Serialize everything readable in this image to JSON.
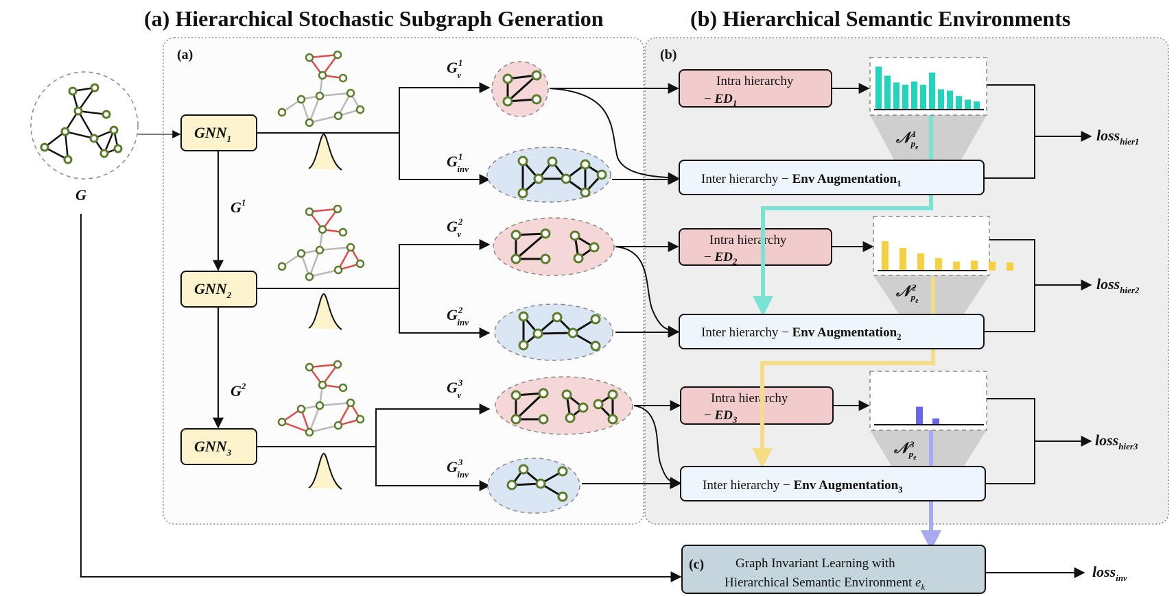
{
  "titles": {
    "a": "(a) Hierarchical Stochastic Subgraph Generation",
    "b": "(b) Hierarchical Semantic Environments"
  },
  "panel_tags": {
    "a": "(a)",
    "b": "(b)",
    "c": "(c)"
  },
  "input_graph_label": "G",
  "gnn": [
    {
      "main": "GNN",
      "sub": "1"
    },
    {
      "main": "GNN",
      "sub": "2"
    },
    {
      "main": "GNN",
      "sub": "3"
    }
  ],
  "graph_edges": [
    {
      "main": "G",
      "sup": "1"
    },
    {
      "main": "G",
      "sup": "2"
    }
  ],
  "subgraphs_v": [
    {
      "main": "G",
      "sup": "1",
      "sub": "v"
    },
    {
      "main": "G",
      "sup": "2",
      "sub": "v"
    },
    {
      "main": "G",
      "sup": "3",
      "sub": "v"
    }
  ],
  "subgraphs_inv": [
    {
      "main": "G",
      "sup": "1",
      "sub": "inv"
    },
    {
      "main": "G",
      "sup": "2",
      "sub": "inv"
    },
    {
      "main": "G",
      "sup": "3",
      "sub": "inv"
    }
  ],
  "intra": [
    {
      "line1": "Intra hierarchy",
      "line2_prefix": "− ",
      "ed": "ED",
      "sub": "1"
    },
    {
      "line1": "Intra hierarchy",
      "line2_prefix": "− ",
      "ed": "ED",
      "sub": "2"
    },
    {
      "line1": "Intra hierarchy",
      "line2_prefix": "− ",
      "ed": "ED",
      "sub": "3"
    }
  ],
  "inter": [
    {
      "prefix": "Inter hierarchy − ",
      "bold": "Env Augmentation",
      "sub": "1"
    },
    {
      "prefix": "Inter hierarchy − ",
      "bold": "Env Augmentation",
      "sub": "2"
    },
    {
      "prefix": "Inter hierarchy − ",
      "bold": "Env Augmentation",
      "sub": "3"
    }
  ],
  "normal_labels": [
    {
      "main": "𝒩",
      "sup": "1",
      "sub": "p",
      "subsub": "e"
    },
    {
      "main": "𝒩",
      "sup": "2",
      "sub": "p",
      "subsub": "e"
    },
    {
      "main": "𝒩",
      "sup": "3",
      "sub": "p",
      "subsub": "e"
    }
  ],
  "histograms": [
    {
      "color": "#1fd6bd",
      "values": [
        0.95,
        0.75,
        0.6,
        0.55,
        0.62,
        0.55,
        0.82,
        0.45,
        0.42,
        0.3,
        0.22,
        0.18
      ]
    },
    {
      "color": "#f5d142",
      "values": [
        0.65,
        0.5,
        0.38,
        0.28,
        0.2,
        0.22,
        0.2,
        0.18
      ]
    },
    {
      "color": "#6666ee",
      "values": [
        0.4,
        0.14
      ]
    }
  ],
  "losses": [
    {
      "main": "loss",
      "sub": "hier1"
    },
    {
      "main": "loss",
      "sub": "hier2"
    },
    {
      "main": "loss",
      "sub": "hier3"
    },
    {
      "main": "loss",
      "sub": "inv"
    }
  ],
  "final_box": {
    "line1": "Graph Invariant Learning with",
    "line2": "Hierarchical Semantic Environment ",
    "e": "e",
    "e_sub": "k"
  },
  "colors": {
    "gnn_fill": "#fdf3cc",
    "intra_fill": "#f2cccc",
    "inter_fill": "#eef5fc",
    "final_fill": "#c5d5de",
    "panel_b_fill": "#eeeeee",
    "node_stroke": "#5a7d2a",
    "red_edge": "#e04a4a",
    "grey_edge": "#b8b8b8",
    "teal": "#7be3d4",
    "yellow": "#f7dc86",
    "purple": "#a9a9f0"
  }
}
